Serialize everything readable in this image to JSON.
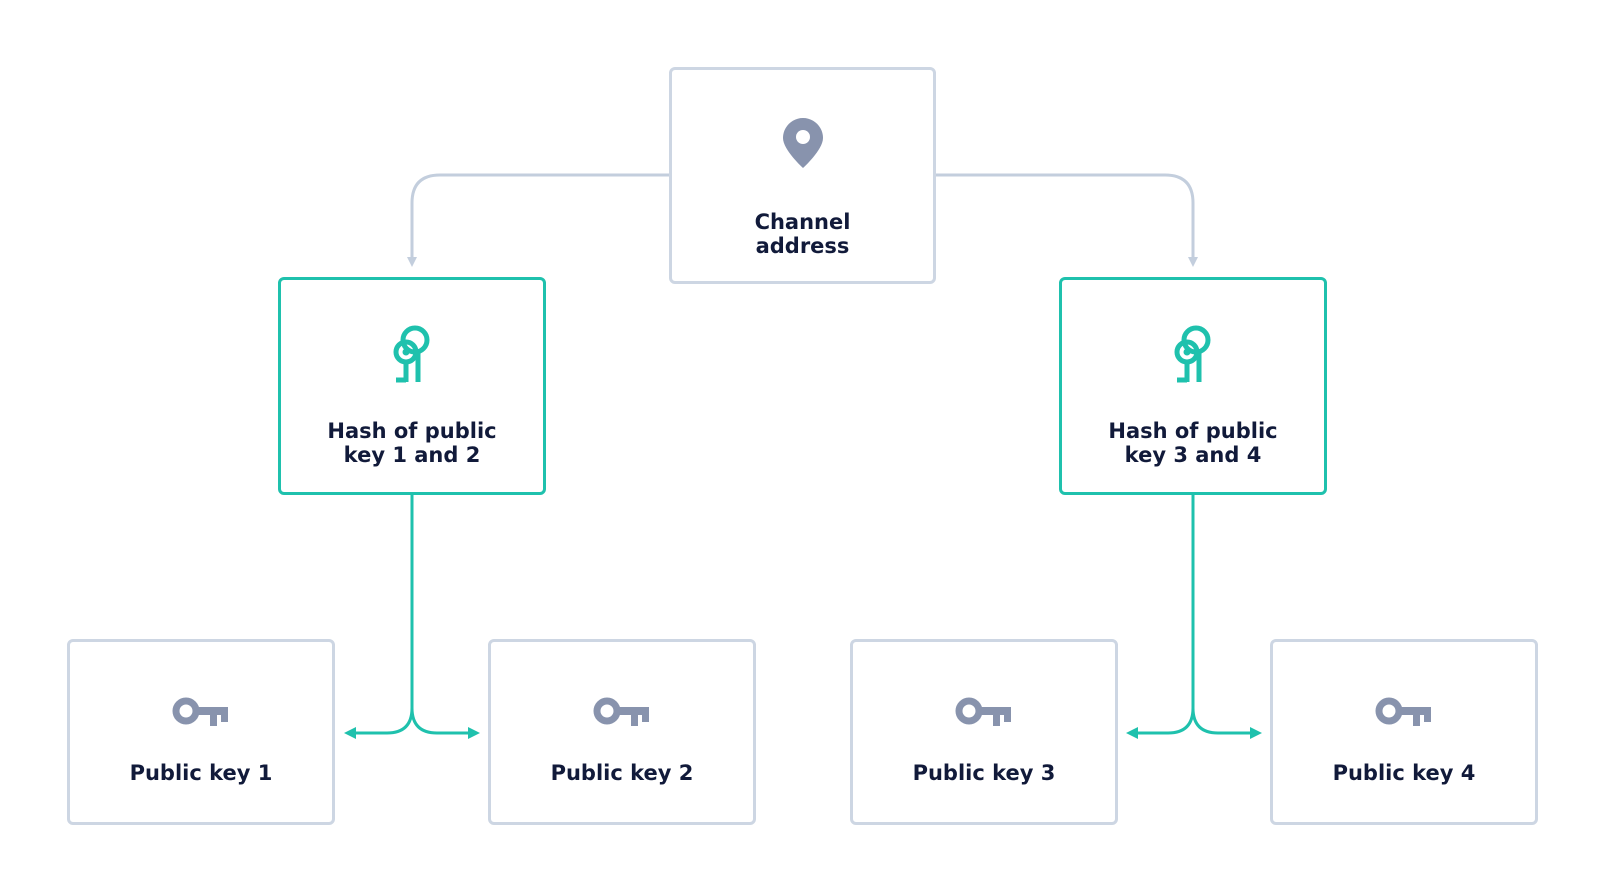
{
  "nodes": {
    "root": {
      "label": "Channel\naddress",
      "icon": "location-pin-icon"
    },
    "hash_left": {
      "label": "Hash of public\nkey 1 and 2",
      "icon": "double-key-icon"
    },
    "hash_right": {
      "label": "Hash of public\nkey 3 and 4",
      "icon": "double-key-icon"
    },
    "key1": {
      "label": "Public key 1",
      "icon": "key-icon"
    },
    "key2": {
      "label": "Public key 2",
      "icon": "key-icon"
    },
    "key3": {
      "label": "Public key 3",
      "icon": "key-icon"
    },
    "key4": {
      "label": "Public key 4",
      "icon": "key-icon"
    }
  },
  "colors": {
    "gray_border": "#cdd6e3",
    "gray_line": "#c3cedd",
    "teal": "#1fc1ad",
    "icon_gray": "#8893ad",
    "text": "#111a3a"
  }
}
